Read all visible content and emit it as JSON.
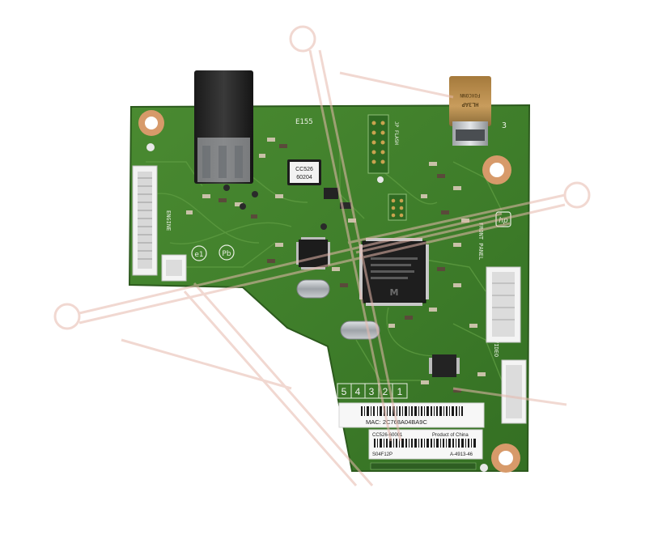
{
  "photo": {
    "board_marking": "E155",
    "cc_chip_top": "CC526",
    "cc_chip_bottom": "60204",
    "jp_flash": "JP FLASH",
    "front_panel": "FRONT PANEL",
    "video": "VIDEO",
    "engine": "ENGINE",
    "usb_brand": "FOXCONN",
    "usb_code": "HL3AP",
    "slot_numbers": [
      "5",
      "4",
      "3",
      "2",
      "1"
    ],
    "mac_label": "MAC: 2C768A04BA9C",
    "part_label": "CC526-60001",
    "origin_label": "Product of China",
    "serial_label": "S04F12P",
    "rev_label": "A-4913-46",
    "corner_mark": "3",
    "colors": {
      "background": "#ffffff",
      "board": "#3f7e2a",
      "watermark": "#e6b9ad"
    }
  }
}
